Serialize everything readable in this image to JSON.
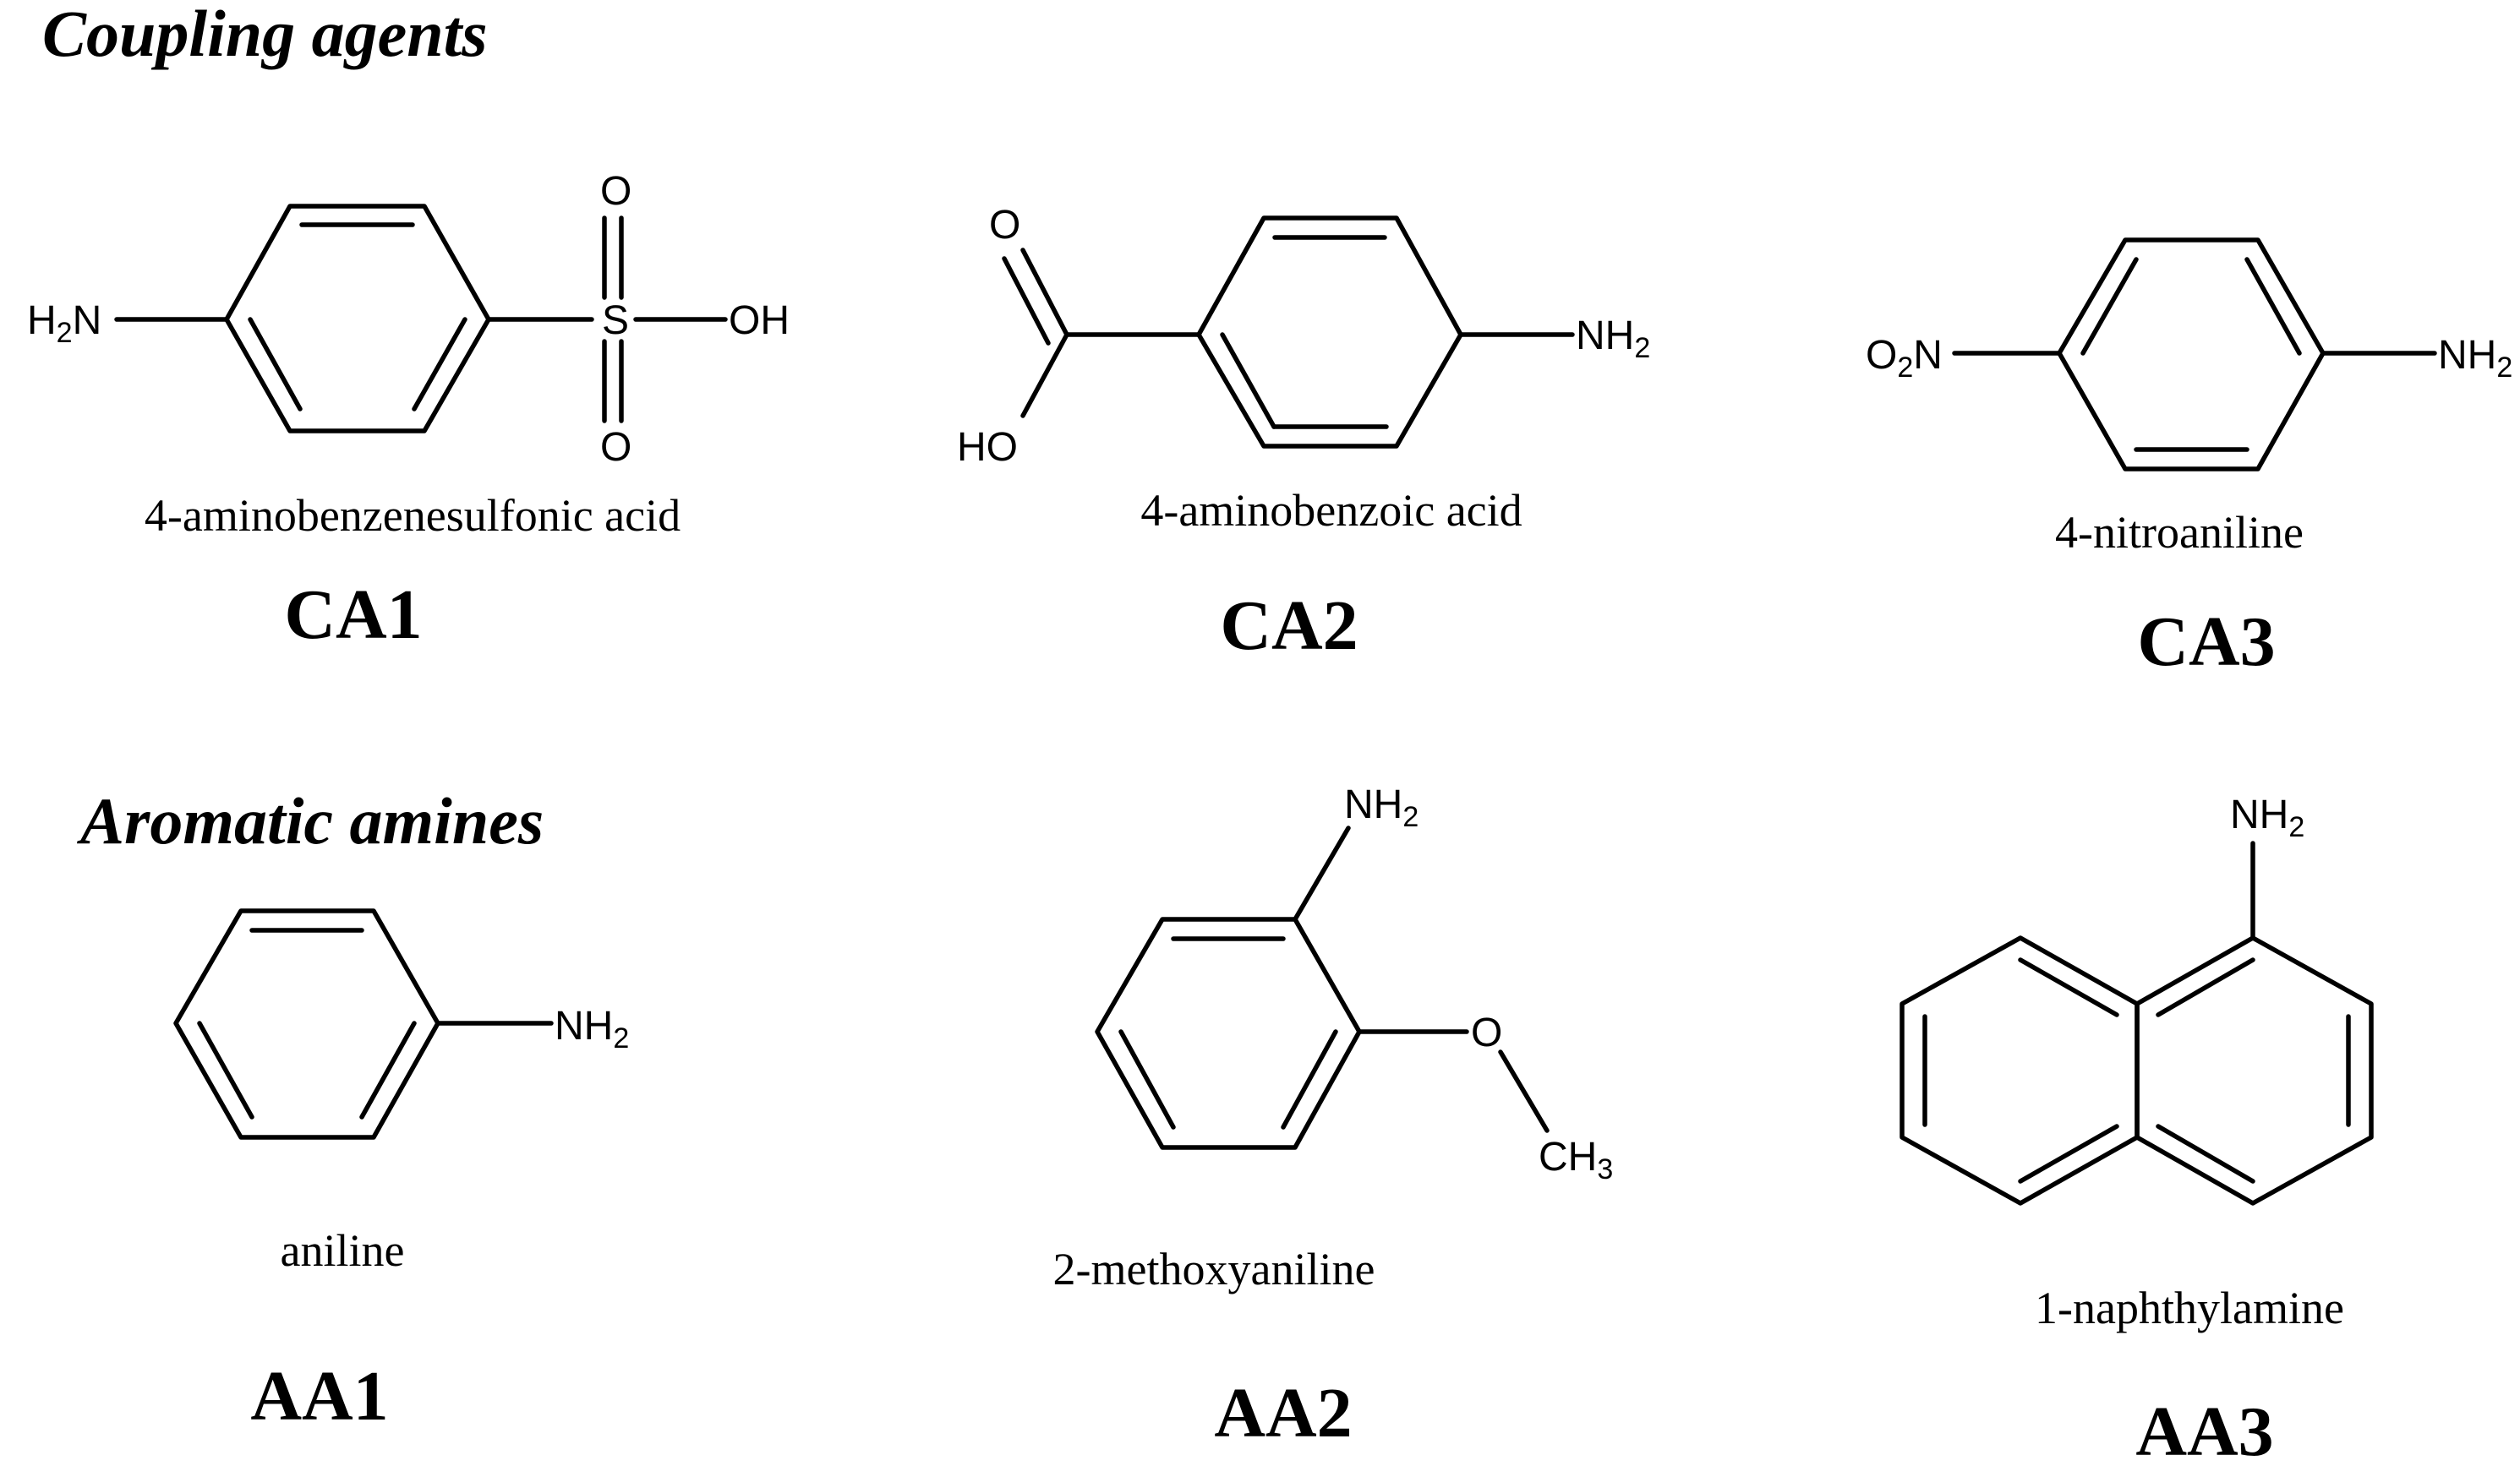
{
  "sections": {
    "coupling_agents": "Coupling agents",
    "aromatic_amines": "Aromatic amines"
  },
  "compounds": [
    {
      "name": "4-aminobenzenesulfonic acid",
      "code": "CA1",
      "atoms": {
        "amine": "H2N",
        "sulfur": "S",
        "oxo_top": "O",
        "oxo_bottom": "O",
        "hydroxyl": "OH"
      }
    },
    {
      "name": "4-aminobenzoic acid",
      "code": "CA2",
      "atoms": {
        "carbonyl": "O",
        "hydroxyl": "HO",
        "amine": "NH2"
      }
    },
    {
      "name": "4-nitroaniline",
      "code": "CA3",
      "atoms": {
        "nitro": "O2N",
        "amine": "NH2"
      }
    },
    {
      "name": "aniline",
      "code": "AA1",
      "atoms": {
        "amine": "NH2"
      }
    },
    {
      "name": "2-methoxyaniline",
      "code": "AA2",
      "atoms": {
        "amine": "NH2",
        "oxygen": "O",
        "methyl": "CH3"
      }
    },
    {
      "name": "1-naphthylamine",
      "code": "AA3",
      "atoms": {
        "amine": "NH2"
      }
    }
  ]
}
